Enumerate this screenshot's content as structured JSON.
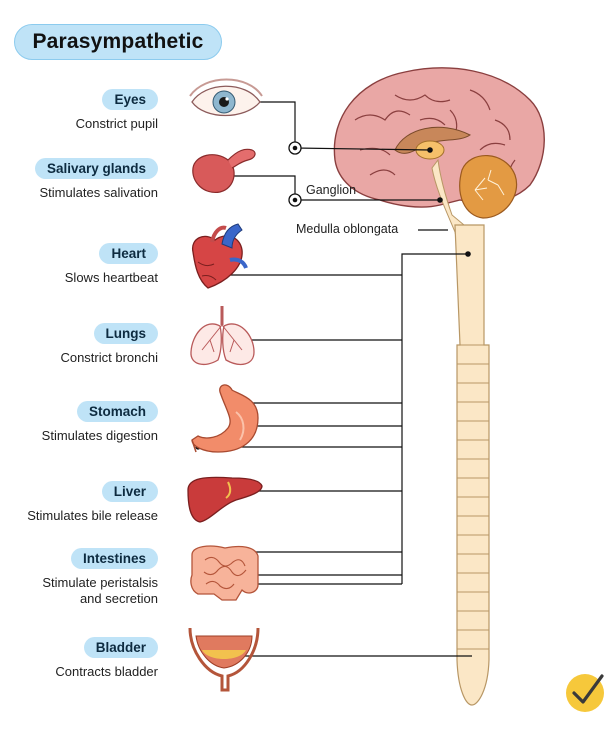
{
  "title": "Parasympathetic",
  "organs": [
    {
      "name": "Eyes",
      "effect": "Constrict pupil",
      "icon": "eye-icon"
    },
    {
      "name": "Salivary glands",
      "effect": "Stimulates salivation",
      "icon": "salivary-gland-icon"
    },
    {
      "name": "Heart",
      "effect": "Slows heartbeat",
      "icon": "heart-icon"
    },
    {
      "name": "Lungs",
      "effect": "Constrict bronchi",
      "icon": "lungs-icon"
    },
    {
      "name": "Stomach",
      "effect": "Stimulates digestion",
      "icon": "stomach-icon"
    },
    {
      "name": "Liver",
      "effect": "Stimulates bile release",
      "icon": "liver-icon"
    },
    {
      "name": "Intestines",
      "effect": "Stimulate peristalsis\nand secretion",
      "icon": "intestines-icon"
    },
    {
      "name": "Bladder",
      "effect": "Contracts bladder",
      "icon": "bladder-icon"
    }
  ],
  "labels": {
    "ganglion": "Ganglion",
    "medulla": "Medulla oblongata"
  },
  "colors": {
    "pill": "#bfe3f7",
    "brain": "#e9a7a5",
    "spine": "#fbe7c6",
    "badge": "#f6c83b"
  },
  "icons": {
    "brain": "brain-icon",
    "spinal_cord": "spinal-cord-icon",
    "badge": "checkmark-badge-icon"
  }
}
